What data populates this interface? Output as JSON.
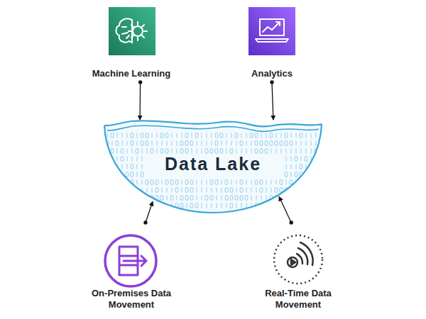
{
  "diagram": {
    "nodes": [
      {
        "text": [
          "Machine Learning"
        ]
      },
      {
        "text": [
          "Analytics"
        ]
      },
      {
        "text": [
          "Data Lake"
        ]
      },
      {
        "text": [
          "On-Premises Data Movement"
        ]
      },
      {
        "text": [
          "Real-Time Data Movement"
        ]
      }
    ],
    "edges": [
      {
        "from": 0,
        "to": 2,
        "arrow": "to"
      },
      {
        "from": 1,
        "to": 2,
        "arrow": "to"
      },
      {
        "from": 3,
        "to": 2,
        "arrow": "to"
      },
      {
        "from": 4,
        "to": 2,
        "arrow": "to"
      }
    ]
  }
}
